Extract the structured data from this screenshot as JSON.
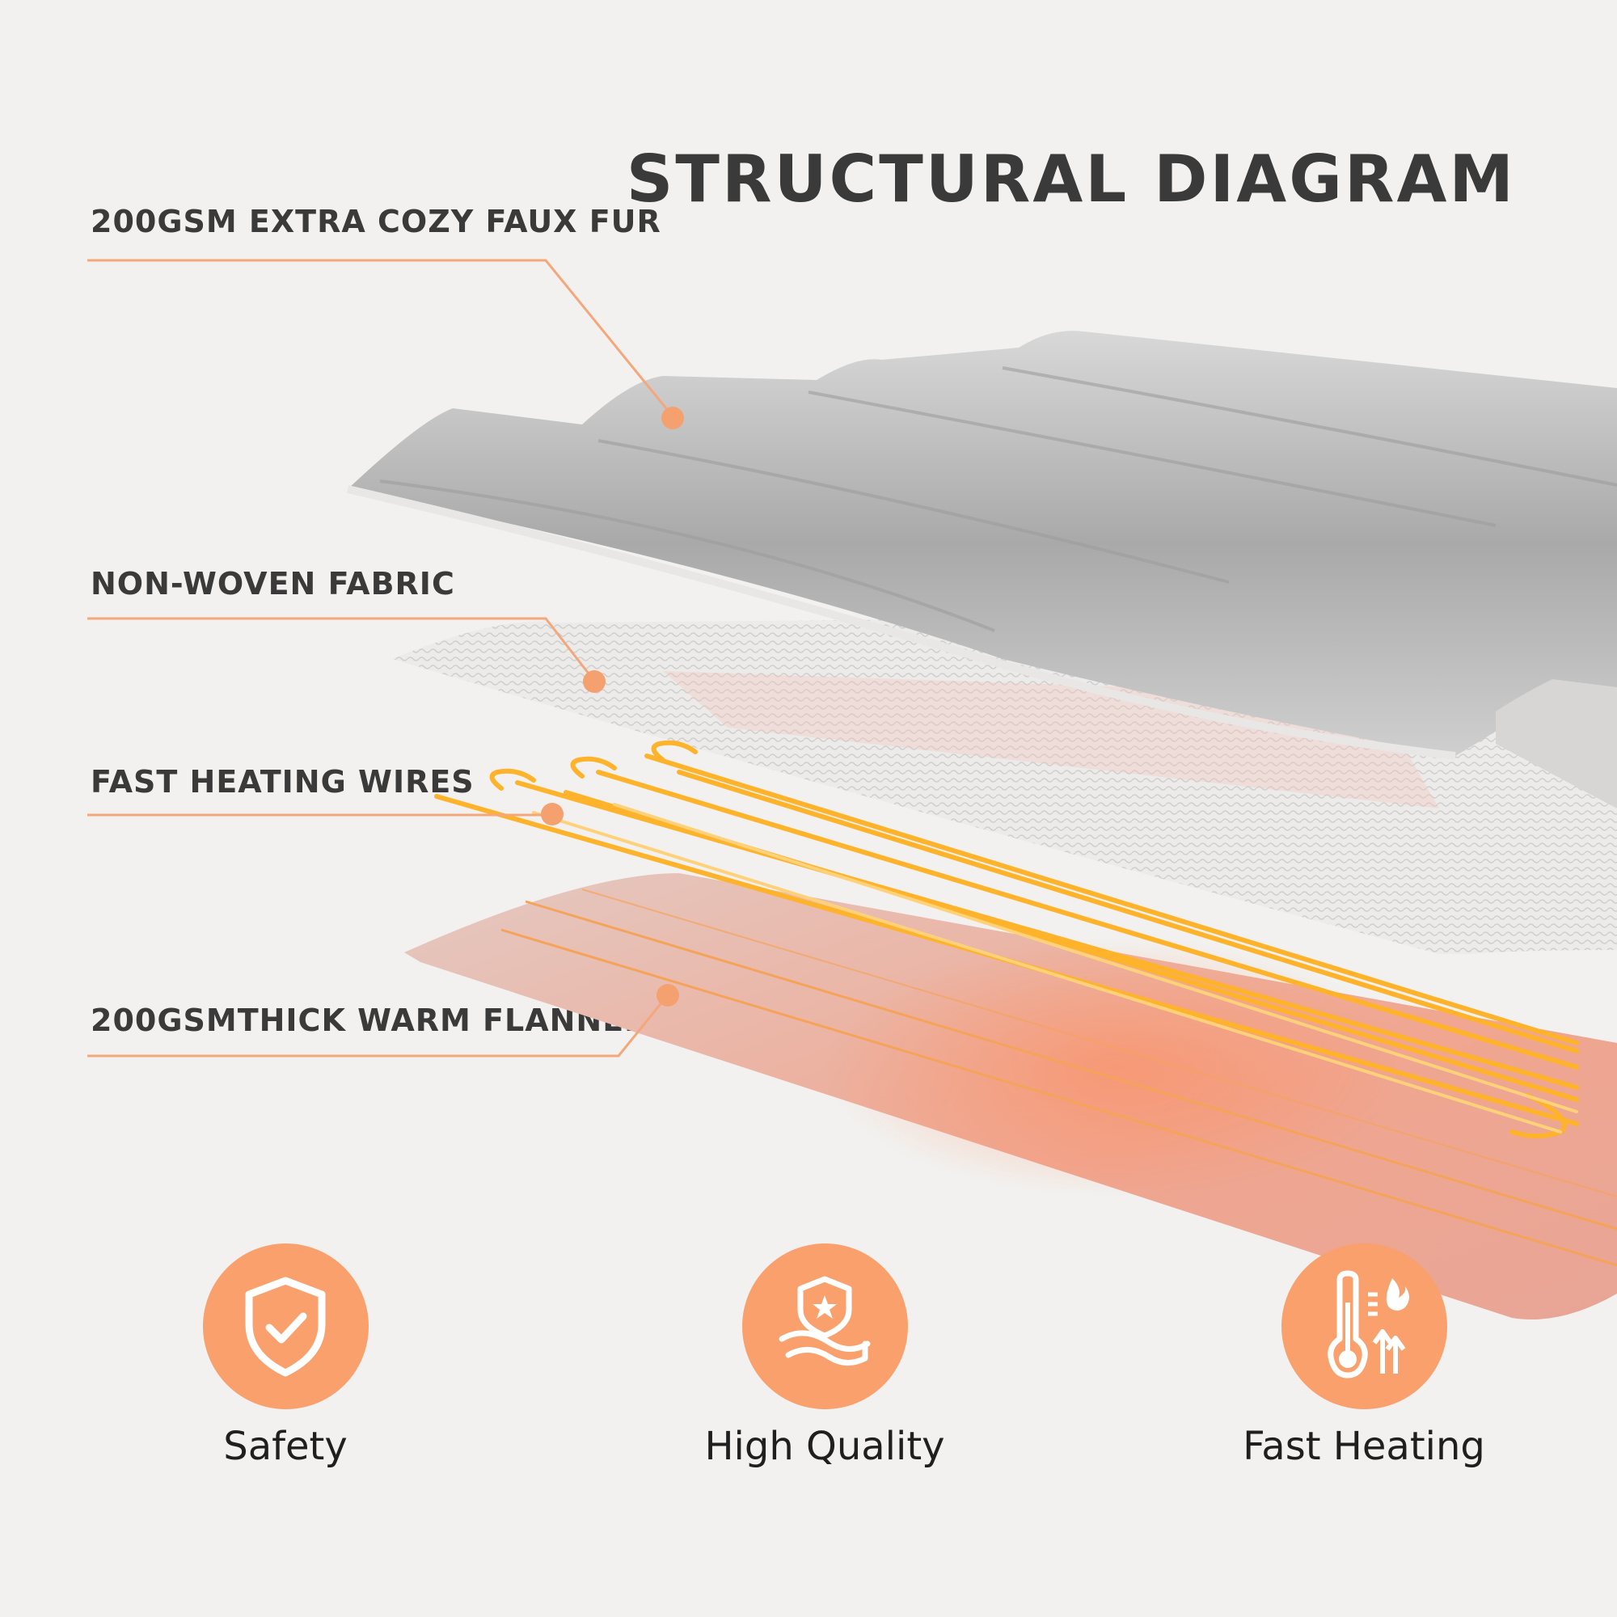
{
  "title": "STRUCTURAL DIAGRAM",
  "layers": [
    {
      "label": "200GSM EXTRA COZY FAUX FUR"
    },
    {
      "label": "NON-WOVEN FABRIC"
    },
    {
      "label": "FAST HEATING WIRES"
    },
    {
      "label": "200GSMTHICK WARM FLANNEL"
    }
  ],
  "features": [
    {
      "label": "Safety",
      "icon": "shield-check-icon"
    },
    {
      "label": "High Quality",
      "icon": "quality-badge-icon"
    },
    {
      "label": "Fast Heating",
      "icon": "thermometer-flame-icon"
    }
  ],
  "colors": {
    "accent": "#f9a06c",
    "leader_line": "#f4a77a",
    "text": "#3a3a3a",
    "background": "#f2f1ef",
    "fur": "#b9b9b9",
    "heating_wire": "#ffb32b",
    "flannel": "#efb2a0"
  }
}
